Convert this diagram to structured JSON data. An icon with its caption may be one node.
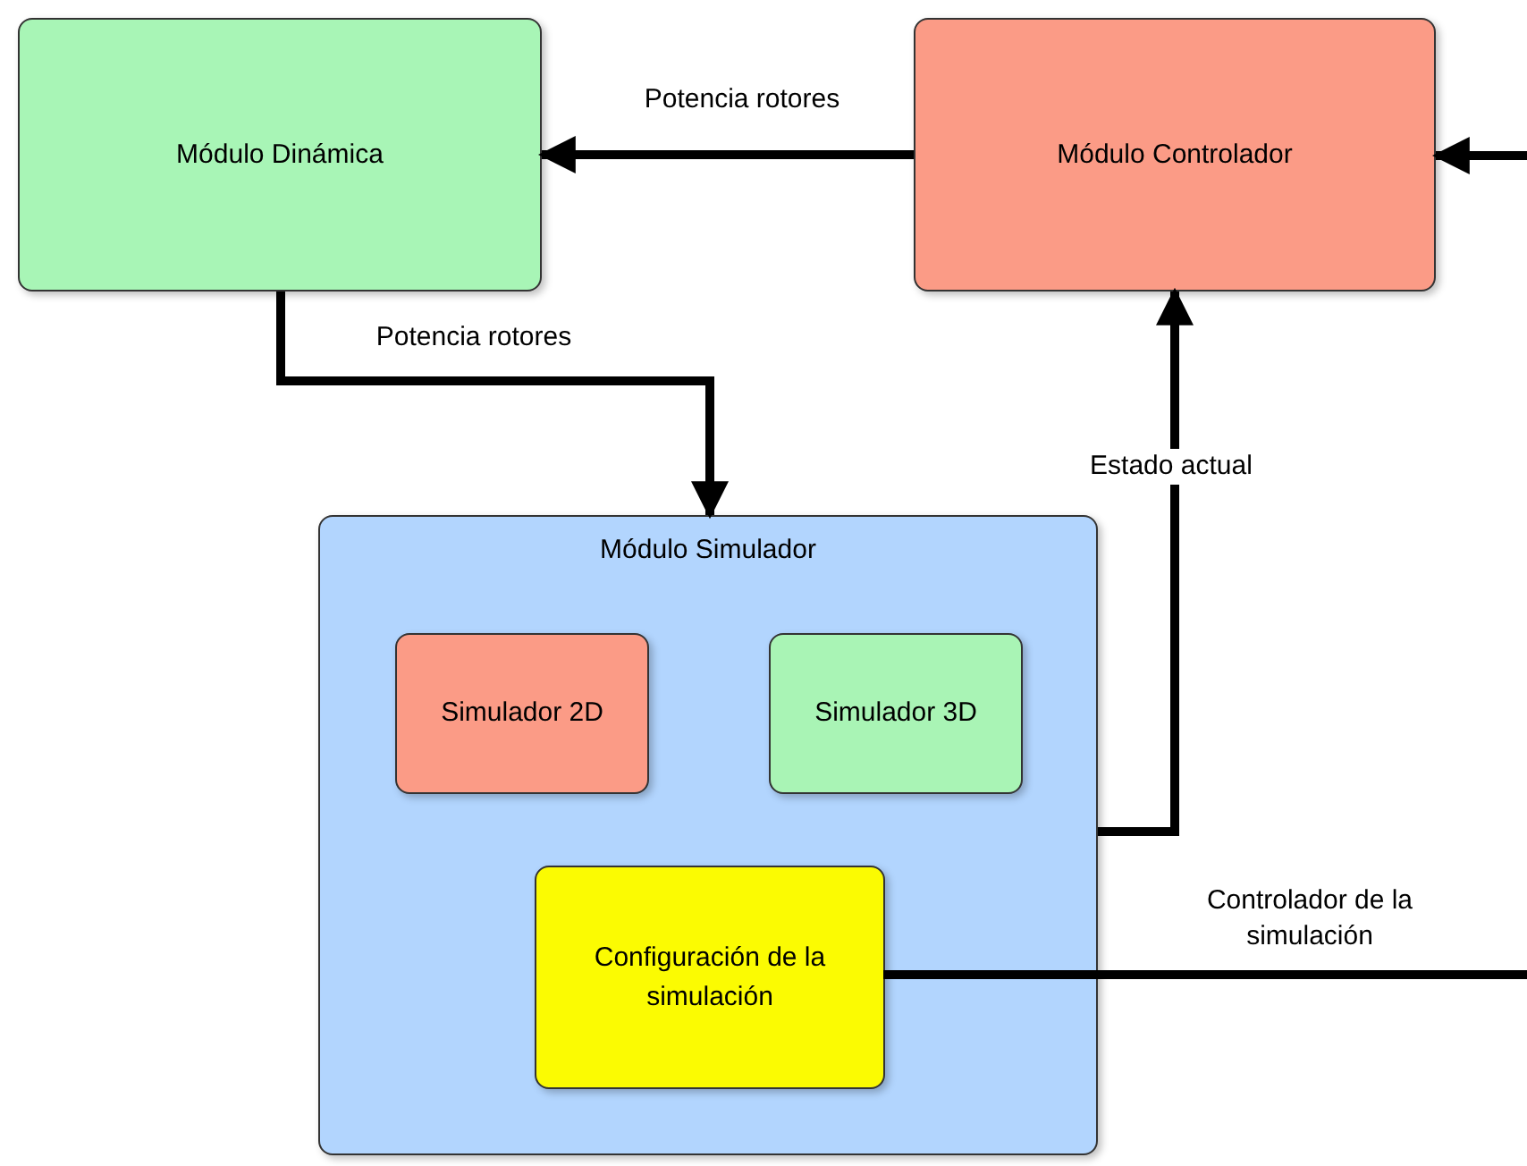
{
  "diagram": {
    "nodes": [
      {
        "text": [
          "Módulo Dinámica"
        ]
      },
      {
        "text": [
          "Módulo Controlador"
        ]
      },
      {
        "text": [
          "Módulo Simulador"
        ]
      },
      {
        "text": [
          "Simulador 2D"
        ],
        "in": 2
      },
      {
        "text": [
          "Simulador 3D"
        ],
        "in": 2
      },
      {
        "text": [
          "Configuración de la simulación"
        ],
        "in": 2
      }
    ],
    "edges": [
      {
        "from": 1,
        "to": 0,
        "arrow": "to",
        "label": "Potencia rotores"
      },
      {
        "from": 0,
        "to": 2,
        "arrow": "to",
        "label": "Potencia rotores"
      },
      {
        "from": 2,
        "to": 1,
        "arrow": "to",
        "label": "Estado actual"
      },
      {
        "from": null,
        "to": 1,
        "arrow": "to"
      },
      {
        "from": 5,
        "to": null,
        "arrow": "none",
        "label": "Controlador de la simulación"
      }
    ]
  }
}
